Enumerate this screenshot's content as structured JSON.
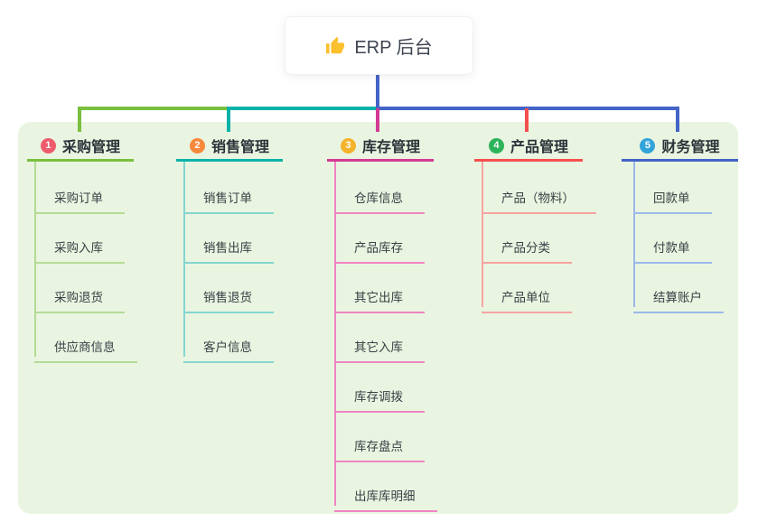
{
  "root": {
    "label": "ERP 后台",
    "icon": "thumbs-up-icon",
    "icon_color": "#fbc02d"
  },
  "panel_color": "#e9f5e1",
  "branches": [
    {
      "index": "1",
      "label": "采购管理",
      "badge_color": "#ee5b6d",
      "line_color": "#7abf3e",
      "sub_line_color": "#b4db96",
      "items": [
        "采购订单",
        "采购入库",
        "采购退货",
        "供应商信息"
      ]
    },
    {
      "index": "2",
      "label": "销售管理",
      "badge_color": "#f6893c",
      "line_color": "#0cb2a8",
      "sub_line_color": "#84d6cf",
      "items": [
        "销售订单",
        "销售出库",
        "销售退货",
        "客户信息"
      ]
    },
    {
      "index": "3",
      "label": "库存管理",
      "badge_color": "#f5b32c",
      "line_color": "#d43a92",
      "sub_line_color": "#f184c2",
      "items": [
        "仓库信息",
        "产品库存",
        "其它出库",
        "其它入库",
        "库存调拨",
        "库存盘点",
        "出库库明细"
      ]
    },
    {
      "index": "4",
      "label": "产品管理",
      "badge_color": "#2db45a",
      "line_color": "#f4504e",
      "sub_line_color": "#f7a3a1",
      "items": [
        "产品（物料）",
        "产品分类",
        "产品单位"
      ]
    },
    {
      "index": "5",
      "label": "财务管理",
      "badge_color": "#33a4da",
      "line_color": "#4464c8",
      "sub_line_color": "#9cb9ea",
      "items": [
        "回款单",
        "付款单",
        "结算账户"
      ]
    }
  ]
}
